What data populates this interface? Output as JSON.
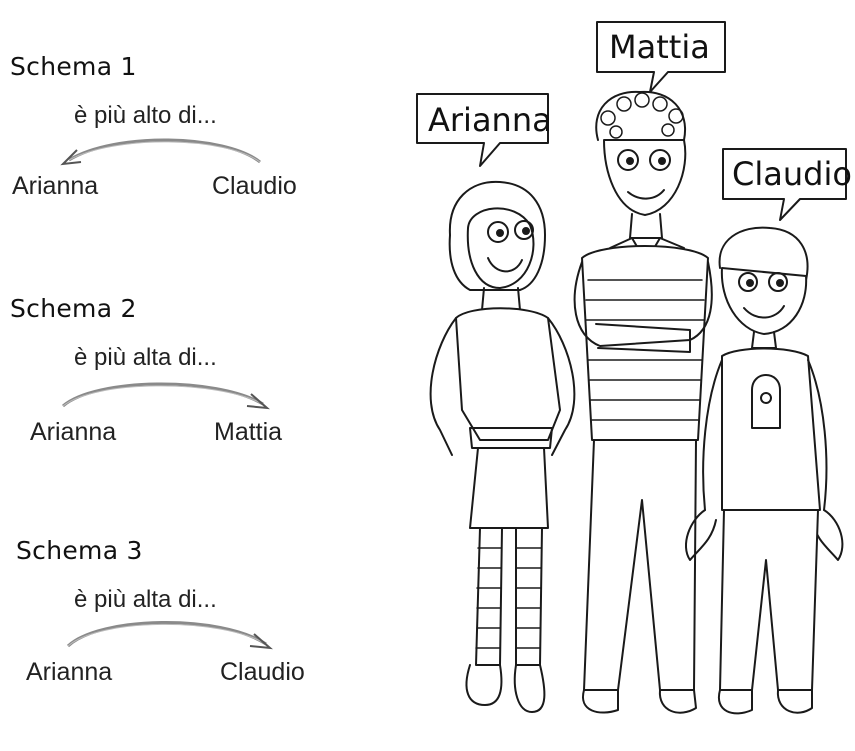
{
  "schemas": [
    {
      "title": "Schema 1",
      "relation": "è più alto di...",
      "left_name": "Arianna",
      "right_name": "Claudio",
      "arrow_direction": "right-to-left"
    },
    {
      "title": "Schema 2",
      "relation": "è più alta di...",
      "left_name": "Arianna",
      "right_name": "Mattia",
      "arrow_direction": "left-to-right"
    },
    {
      "title": "Schema 3",
      "relation": "è più alta di...",
      "left_name": "Arianna",
      "right_name": "Claudio",
      "arrow_direction": "left-to-right"
    }
  ],
  "characters": [
    {
      "name": "Arianna"
    },
    {
      "name": "Mattia"
    },
    {
      "name": "Claudio"
    }
  ],
  "colors": {
    "ink": "#1a1a1a",
    "arrow": "#8a8a8a",
    "background": "#ffffff"
  }
}
